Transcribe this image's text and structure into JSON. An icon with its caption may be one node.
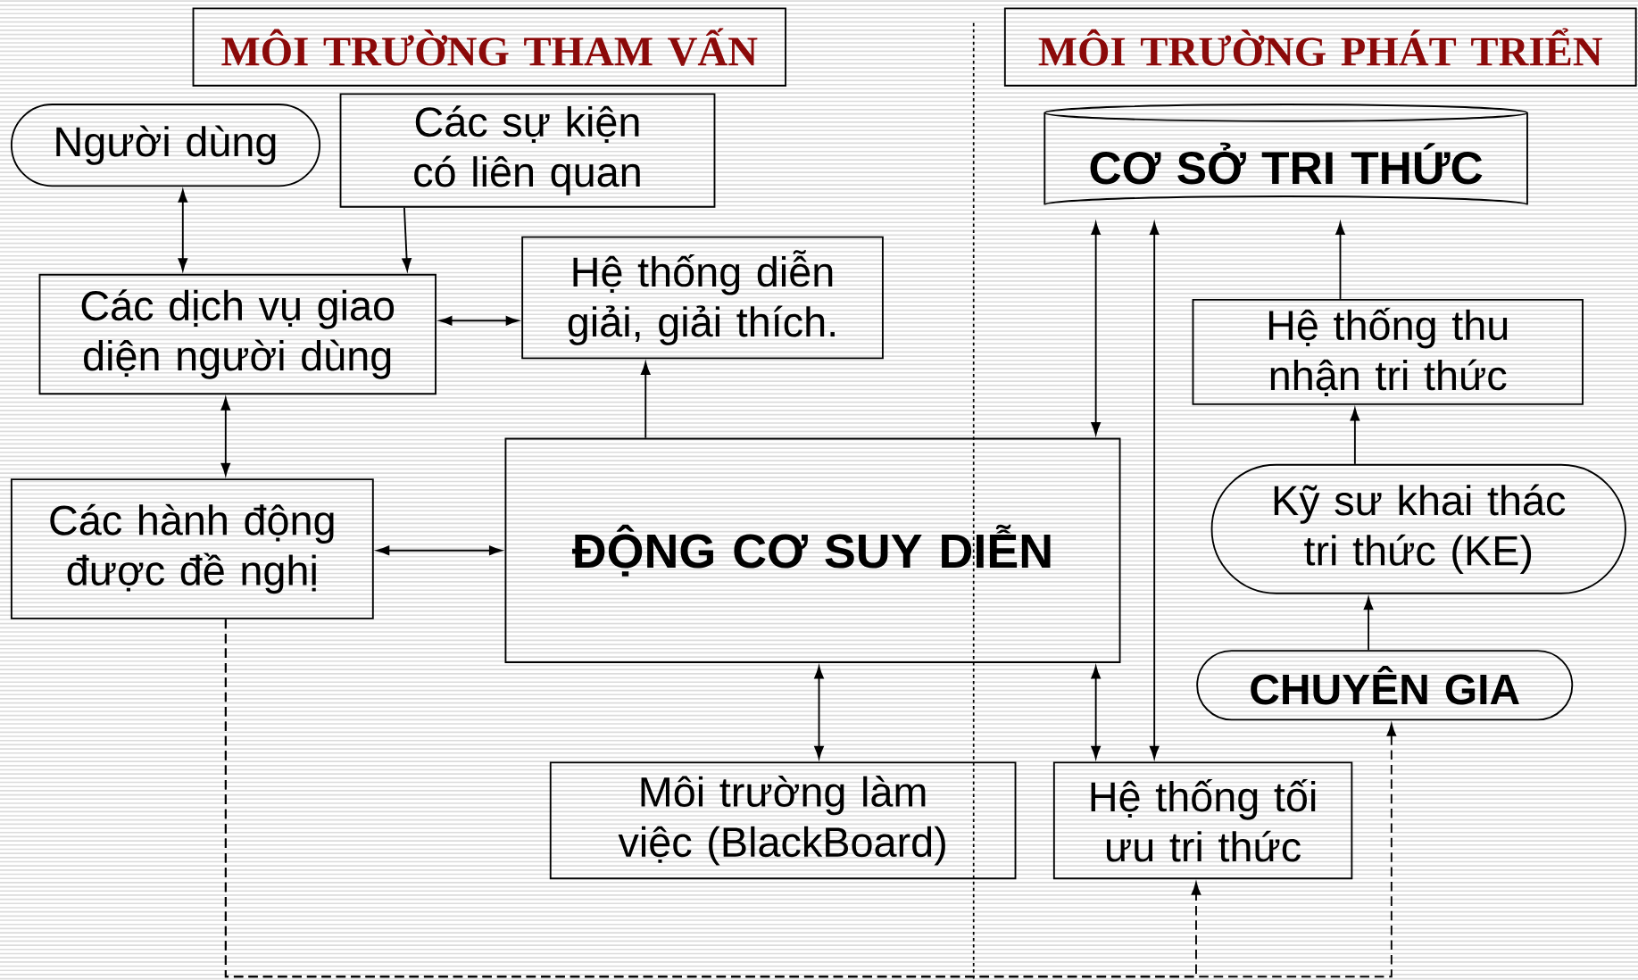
{
  "diagram": {
    "nodes": [
      {
        "text": [
          "MÔI TRƯỜNG THAM VẤN"
        ]
      },
      {
        "text": [
          "MÔI TRƯỜNG PHÁT TRIỂN"
        ]
      },
      {
        "text": [
          "Người dùng"
        ]
      },
      {
        "text": [
          "Các sự kiện có liên quan"
        ]
      },
      {
        "text": [
          "CƠ SỞ TRI THỨC"
        ]
      },
      {
        "text": [
          "Các dịch vụ giao diện người dùng"
        ]
      },
      {
        "text": [
          "Hệ thống diễn giải, giải thích."
        ]
      },
      {
        "text": [
          "Hệ thống thu nhận tri thức"
        ]
      },
      {
        "text": [
          "Các hành động được đề nghị"
        ]
      },
      {
        "text": [
          "ĐỘNG CƠ SUY DIỄN"
        ]
      },
      {
        "text": [
          "Kỹ sư khai thác tri thức (KE)"
        ]
      },
      {
        "text": [
          "CHUYÊN GIA"
        ]
      },
      {
        "text": [
          "Môi trường làm việc (BlackBoard)"
        ]
      },
      {
        "text": [
          "Hệ thống tối ưu tri thức"
        ]
      }
    ],
    "edges": [
      {
        "from": 2,
        "to": 5,
        "arrow": "both"
      },
      {
        "from": 3,
        "to": 5,
        "arrow": "to"
      },
      {
        "from": 5,
        "to": 6,
        "arrow": "both"
      },
      {
        "from": 5,
        "to": 8,
        "arrow": "both"
      },
      {
        "from": 8,
        "to": 9,
        "arrow": "both"
      },
      {
        "from": 9,
        "to": 6,
        "arrow": "to"
      },
      {
        "from": 4,
        "to": 9,
        "arrow": "both"
      },
      {
        "from": 9,
        "to": 12,
        "arrow": "both"
      },
      {
        "from": 9,
        "to": 13,
        "arrow": "both"
      },
      {
        "from": 13,
        "to": 4,
        "arrow": "both"
      },
      {
        "from": 7,
        "to": 4,
        "arrow": "to"
      },
      {
        "from": 10,
        "to": 7,
        "arrow": "to"
      },
      {
        "from": 11,
        "to": 10,
        "arrow": "to"
      },
      {
        "from": 8,
        "to": 11,
        "arrow": "to",
        "style": "dashed"
      },
      {
        "from": 8,
        "to": 13,
        "arrow": "to",
        "style": "dashed"
      }
    ]
  }
}
